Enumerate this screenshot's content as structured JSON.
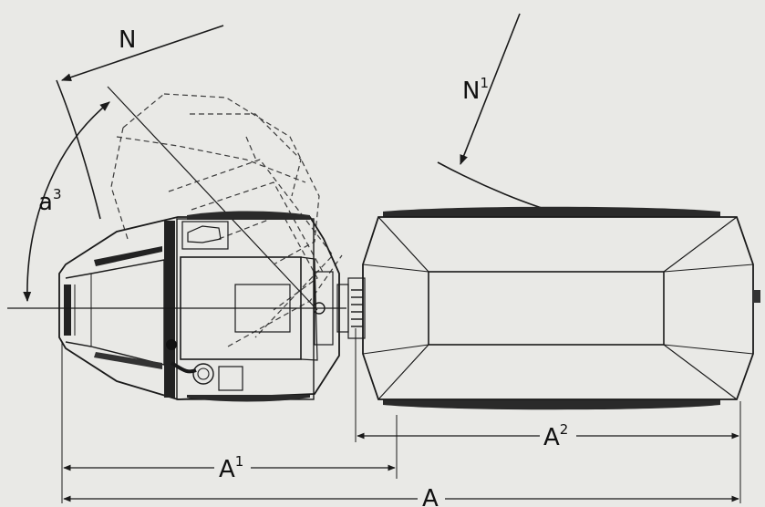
{
  "labels": {
    "n_main": "N",
    "n_sup": "",
    "n1_main": "N",
    "n1_sup": "1",
    "a3_main": "a",
    "a3_sup": "3",
    "a1_main": "A",
    "a1_sup": "1",
    "a2_main": "A",
    "a2_sup": "2",
    "a_main": "A"
  },
  "colors": {
    "background": "#e9e9e6",
    "body_fill": "#f4f4f2",
    "line": "#1a1a1a",
    "tire": "#2a2a2a"
  }
}
